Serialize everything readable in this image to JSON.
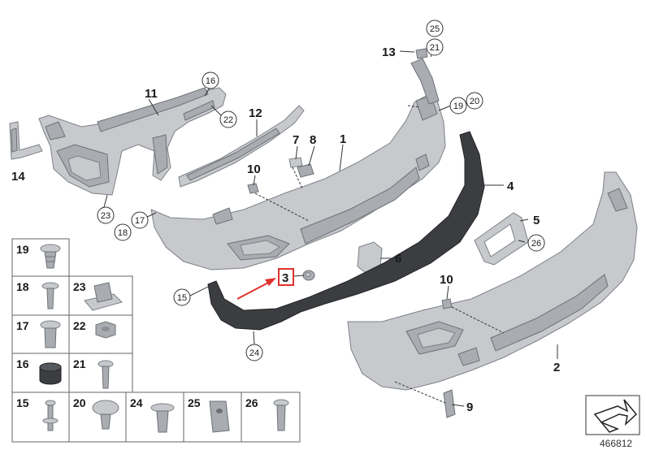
{
  "callouts": {
    "p1": "1",
    "p2": "2",
    "p3": "3",
    "p4": "4",
    "p5": "5",
    "p6": "6",
    "p7": "7",
    "p8": "8",
    "p9": "9",
    "p10a": "10",
    "p10b": "10",
    "p11": "11",
    "p12": "12",
    "p13": "13",
    "p14": "14",
    "c15": "15",
    "c16": "16",
    "c17": "17",
    "c18": "18",
    "c19": "19",
    "c20": "20",
    "c21": "21",
    "c22": "22",
    "c23": "23",
    "c24": "24",
    "c25": "25",
    "c26": "26"
  },
  "legend": [
    [
      "19"
    ],
    [
      "18",
      "23"
    ],
    [
      "17",
      "22"
    ],
    [
      "16",
      "21"
    ],
    [
      "15",
      "20",
      "24",
      "25",
      "26"
    ]
  ],
  "diagram_id": "466812",
  "colors": {
    "highlight": "#e0312b",
    "arrow": "#e0312b"
  },
  "icons": {
    "orientation": "orientation-arrow-icon"
  }
}
